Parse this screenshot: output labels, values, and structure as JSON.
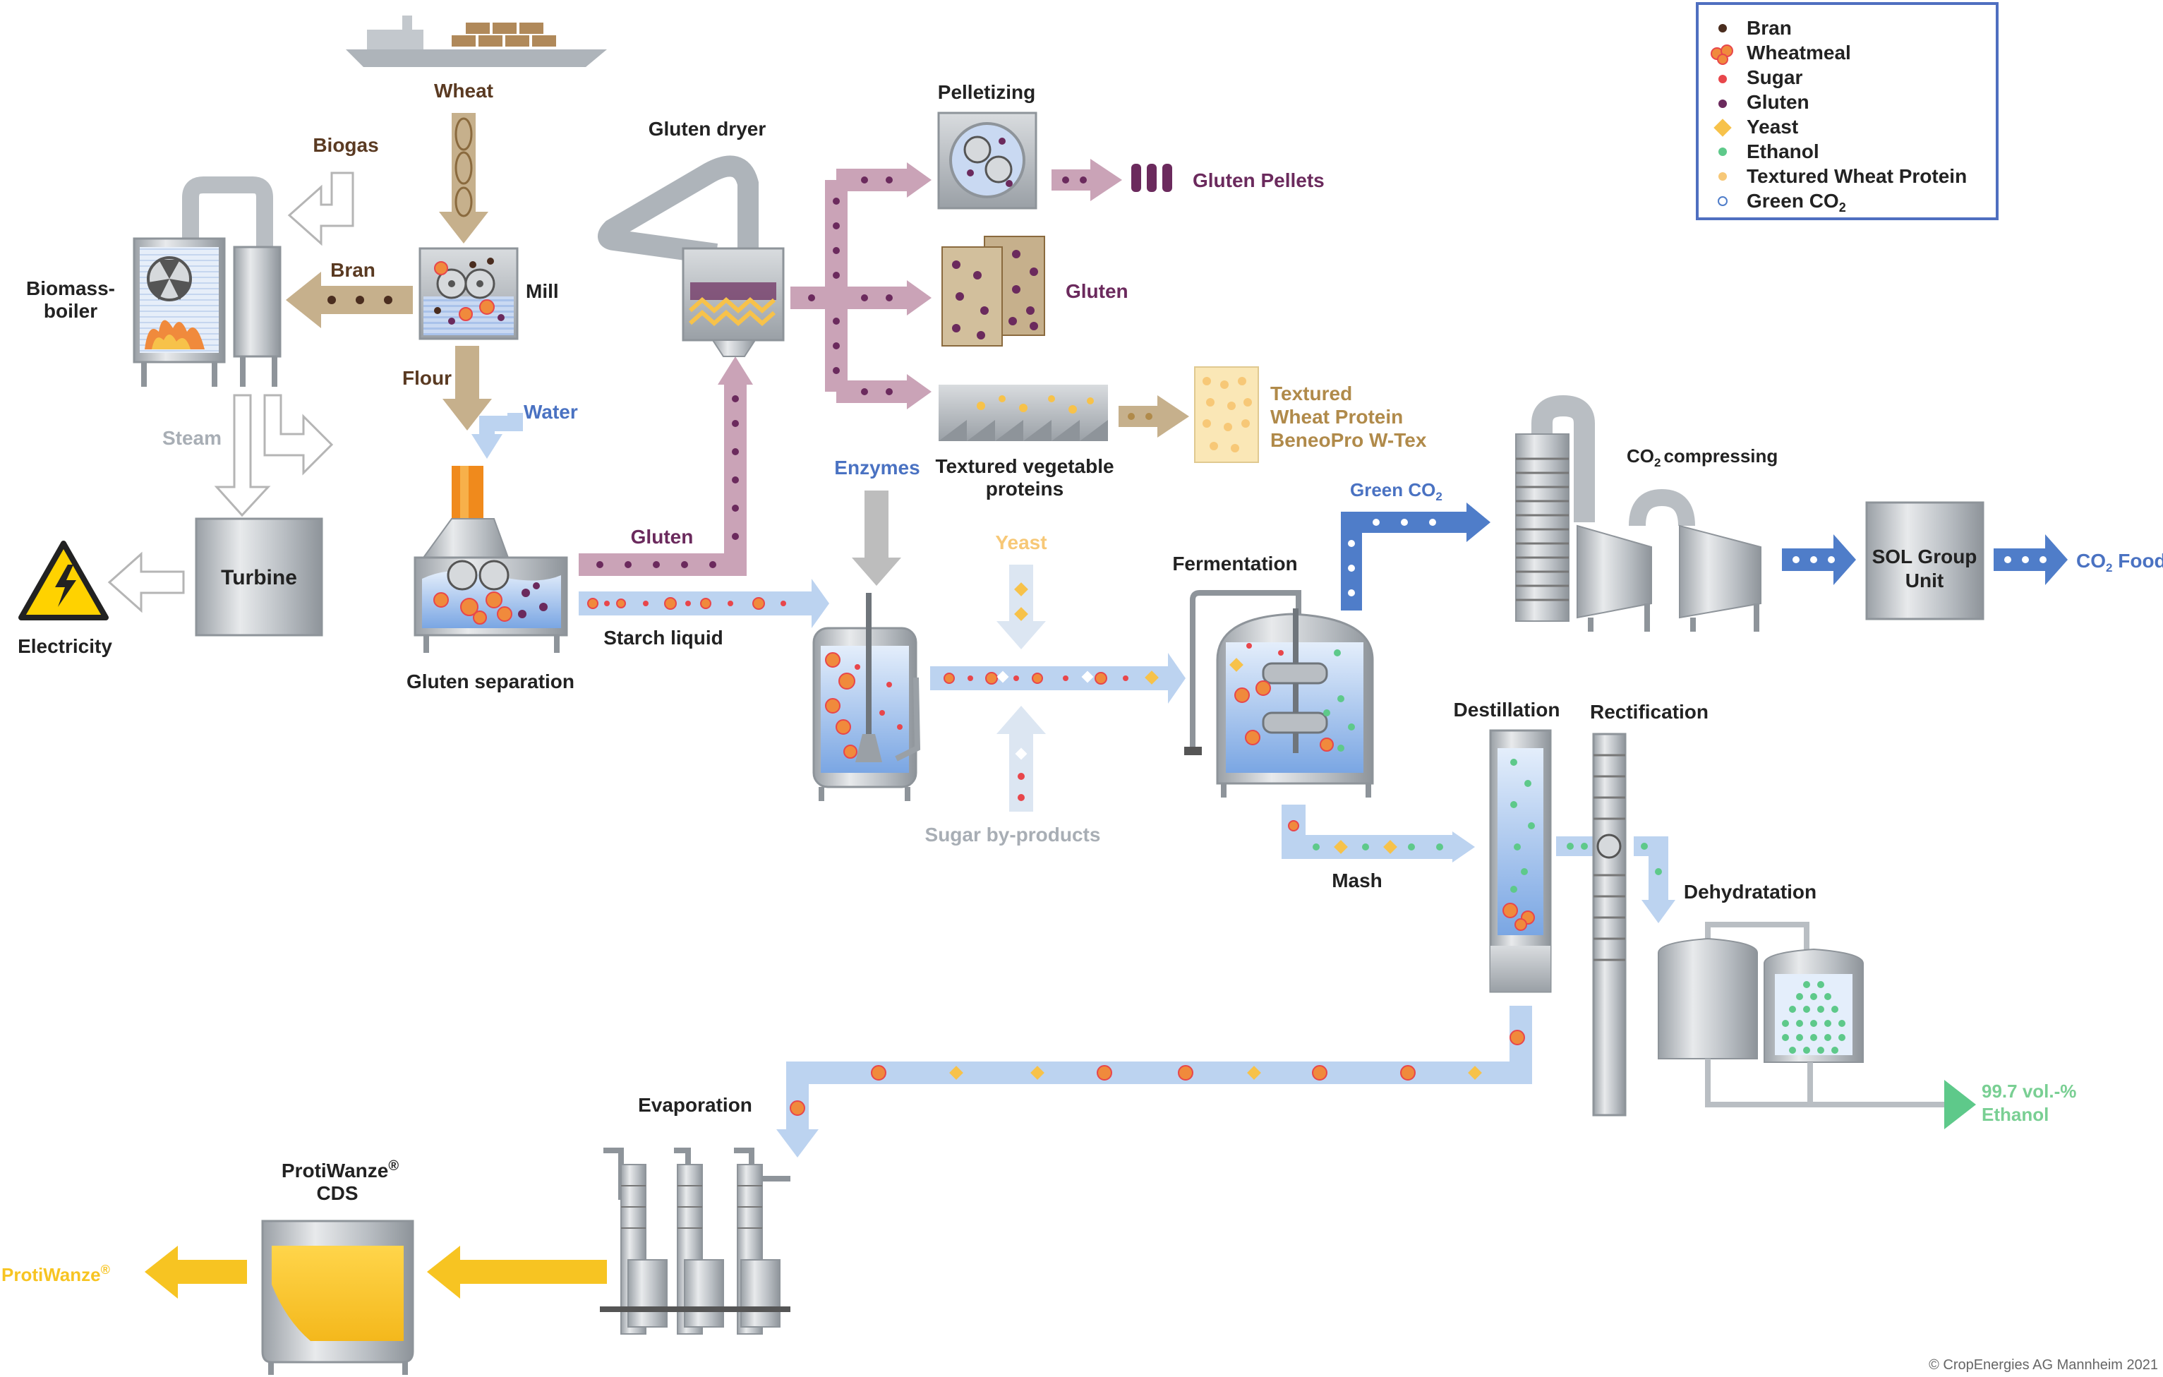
{
  "colors": {
    "bran": "#4a2d1f",
    "wheatmeal": "#f08a3c",
    "sugar": "#e8464b",
    "gluten": "#6b2a5d",
    "yeast": "#f7c24a",
    "ethanol": "#5ec98a",
    "twp": "#f7c877",
    "co2": "#4f7dc9",
    "gluten_arrow": "#caa3b7",
    "bran_arrow": "#c6b08c",
    "liquid_arrow": "#bcd3f0",
    "grey_arrow": "#bdbdbd",
    "text_brown": "#5a3a22",
    "text_purple": "#6b2a5d",
    "text_blue": "#4a72c2",
    "text_grey": "#a8aeb5",
    "text_tan": "#b08a4a",
    "text_green": "#79cf93",
    "text_yellow": "#f7c422"
  },
  "legend": {
    "items": [
      {
        "key": "bran",
        "label": "Bran"
      },
      {
        "key": "wheatmeal",
        "label": "Wheatmeal"
      },
      {
        "key": "sugar",
        "label": "Sugar"
      },
      {
        "key": "gluten",
        "label": "Gluten"
      },
      {
        "key": "yeast",
        "label": "Yeast"
      },
      {
        "key": "ethanol",
        "label": "Ethanol"
      },
      {
        "key": "twp",
        "label": "Textured Wheat Protein"
      },
      {
        "key": "co2",
        "label": "Green CO",
        "sub": "2"
      }
    ]
  },
  "labels": {
    "wheat": "Wheat",
    "biogas": "Biogas",
    "bran": "Bran",
    "mill": "Mill",
    "biomass_boiler_1": "Biomass-",
    "biomass_boiler_2": "boiler",
    "flour": "Flour",
    "water": "Water",
    "steam": "Steam",
    "turbine": "Turbine",
    "electricity": "Electricity",
    "gluten_separation": "Gluten separation",
    "gluten": "Gluten",
    "starch_liquid": "Starch liquid",
    "gluten_dryer": "Gluten dryer",
    "pelletizing": "Pelletizing",
    "gluten_pellets": "Gluten Pellets",
    "gluten_product": "Gluten",
    "tvp_1": "Textured vegetable",
    "tvp_2": "proteins",
    "twp_1": "Textured",
    "twp_2": "Wheat Protein",
    "twp_3": "BeneoPro W-Tex",
    "enzymes": "Enzymes",
    "yeast": "Yeast",
    "sugar_byproducts": "Sugar by-products",
    "fermentation": "Fermentation",
    "green_co2": "Green CO",
    "green_co2_sub": "2",
    "co2_compressing": "compressing",
    "co2_compressing_pre": "CO",
    "co2_compressing_sub": "2",
    "sol_1": "SOL Group",
    "sol_2": "Unit",
    "co2_food": "CO",
    "co2_food_sub": "2",
    "co2_food_suffix": " Food",
    "mash": "Mash",
    "destillation": "Destillation",
    "rectification": "Rectification",
    "dehydratation": "Dehydratation",
    "ethanol_1": "99.7 vol.-%",
    "ethanol_2": "Ethanol",
    "evaporation": "Evaporation",
    "protiwanze_cds_1": "ProtiWanze",
    "protiwanze_cds_2": "CDS",
    "registered": "®",
    "protiwanze": "ProtiWanze",
    "copyright": "© CropEnergies AG Mannheim 2021"
  }
}
